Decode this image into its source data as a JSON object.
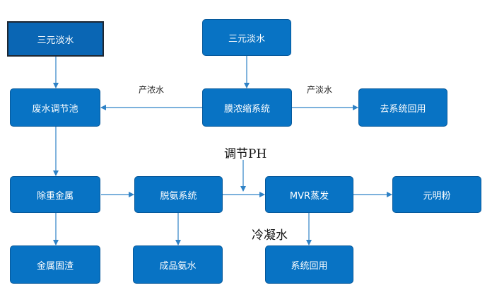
{
  "nodes": {
    "src1": "三元淡水",
    "src2": "三元淡水",
    "pool": "废水调节池",
    "membrane": "膜浓缩系统",
    "reuse1": "去系统回用",
    "heavy": "除重金属",
    "ammonia": "脱氨系统",
    "mvr": "MVR蒸发",
    "salt": "元明粉",
    "residue": "金属固渣",
    "product": "成品氨水",
    "reuse2": "系统回用"
  },
  "edge_labels": {
    "concentrate": "产浓水",
    "fresh": "产淡水",
    "adjust_ph": "调节PH",
    "condensate": "冷凝水"
  },
  "colors": {
    "box": "#0873c4",
    "line": "#2f82c6"
  }
}
